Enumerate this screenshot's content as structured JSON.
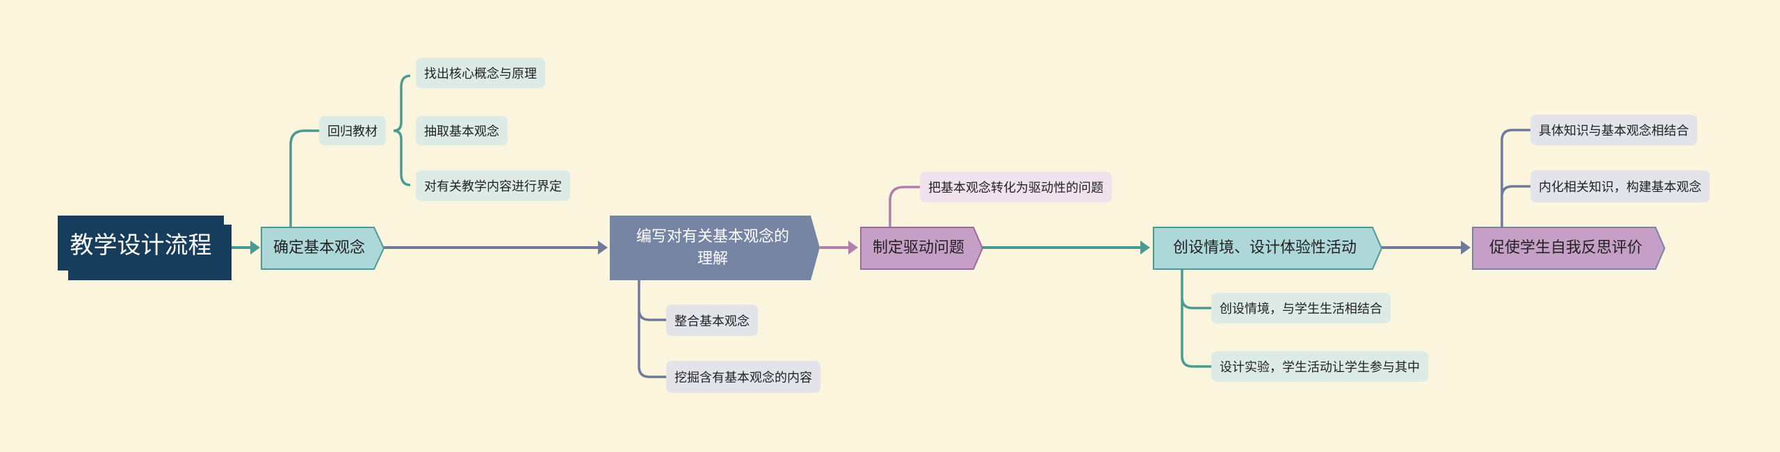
{
  "colors": {
    "background": "#faf5dc",
    "root": "#173d5c",
    "teal": "#4a9a94",
    "teal_fill": "#aed7d9",
    "slate": "#7785a5",
    "purple": "#c59fc5"
  },
  "root": {
    "label": "教学设计流程"
  },
  "steps": [
    {
      "label": "确定基本观念",
      "branch": {
        "label": "回归教材",
        "children": [
          "找出核心概念与原理",
          "抽取基本观念",
          "对有关教学内容进行界定"
        ]
      }
    },
    {
      "label": "编写对有关基本观念的理解",
      "children": [
        "整合基本观念",
        "挖掘含有基本观念的内容"
      ]
    },
    {
      "label": "制定驱动问题",
      "children": [
        "把基本观念转化为驱动性的问题"
      ]
    },
    {
      "label": "创设情境、设计体验性活动",
      "children": [
        "创设情境，与学生生活相结合",
        "设计实验，学生活动让学生参与其中"
      ]
    },
    {
      "label": "促使学生自我反思评价",
      "children": [
        "具体知识与基本观念相结合",
        "内化相关知识，构建基本观念"
      ]
    }
  ]
}
